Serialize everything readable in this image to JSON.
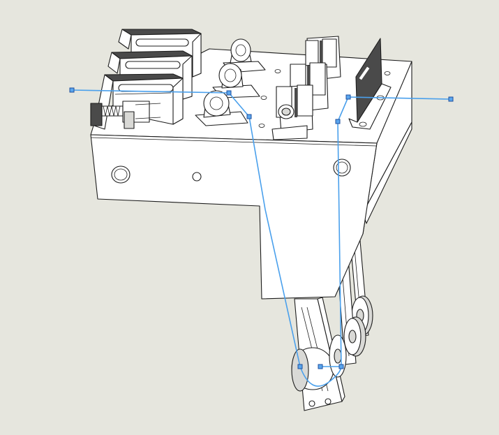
{
  "scene": {
    "background": "#e6e6de",
    "part_fill": "#ffffff",
    "part_shade": "#d9d9d6",
    "part_dark": "#4a4a4a",
    "edge_color": "#1c1c1c",
    "cable_color": "#4aa0ec",
    "handle_color": "#5aa6ee",
    "parts": [
      "mounting-plate",
      "clamp-block-1",
      "clamp-block-2",
      "clamp-block-3",
      "spring-latch",
      "pillow-block-roller-1",
      "pillow-block-roller-2",
      "pillow-block-roller-3",
      "tensioner-bracket-1",
      "tensioner-bracket-2",
      "tensioner-bracket-3",
      "angle-bracket",
      "adjuster-bolt",
      "pulley-arm-1",
      "pulley-arm-2",
      "pulley-arm-3"
    ],
    "cable_selected": true,
    "selection_handle_count": 9
  }
}
